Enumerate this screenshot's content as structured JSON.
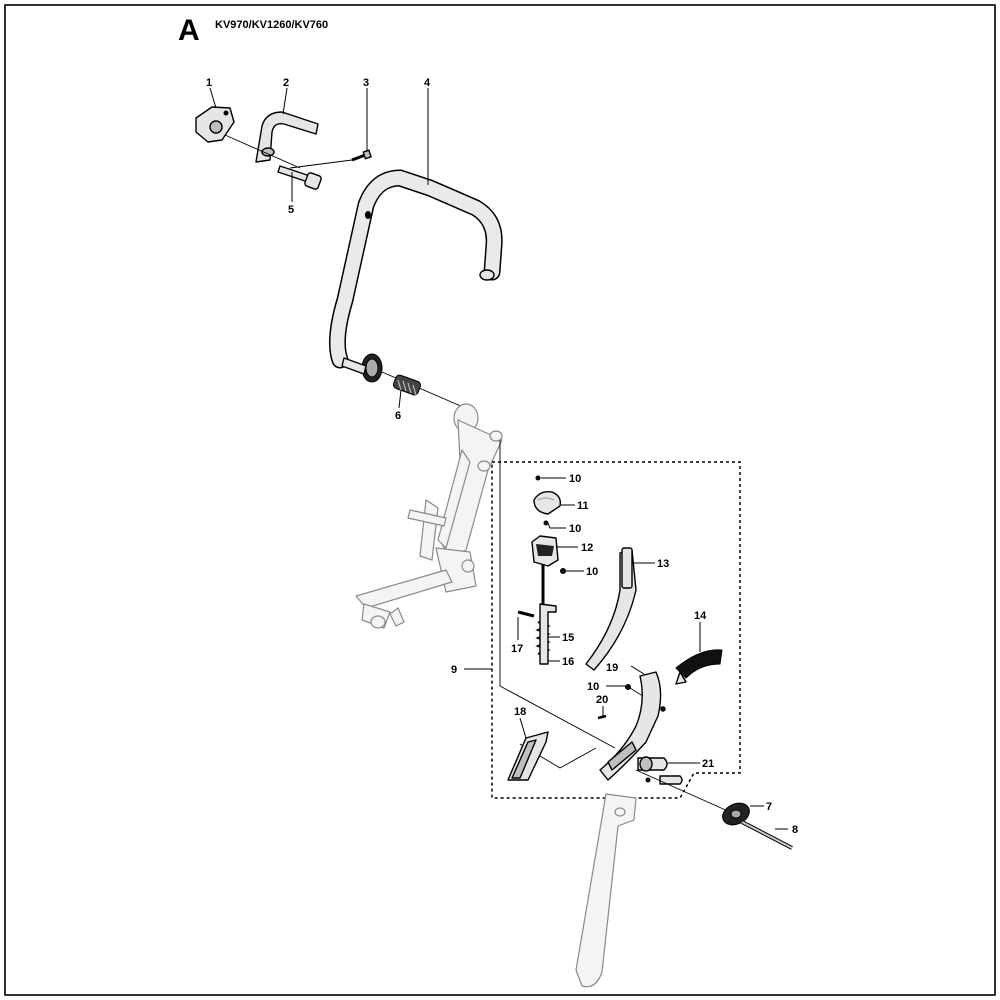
{
  "header": {
    "letter": "A",
    "models": "KV970/KV1260/KV760"
  },
  "callouts": {
    "c1": "1",
    "c2": "2",
    "c3": "3",
    "c4": "4",
    "c5": "5",
    "c6": "6",
    "c7": "7",
    "c8": "8",
    "c9": "9",
    "c10a": "10",
    "c10b": "10",
    "c10c": "10",
    "c10d": "10",
    "c11": "11",
    "c12": "12",
    "c13": "13",
    "c14": "14",
    "c15": "15",
    "c16": "16",
    "c17": "17",
    "c18": "18",
    "c19": "19",
    "c20": "20",
    "c21": "21"
  }
}
